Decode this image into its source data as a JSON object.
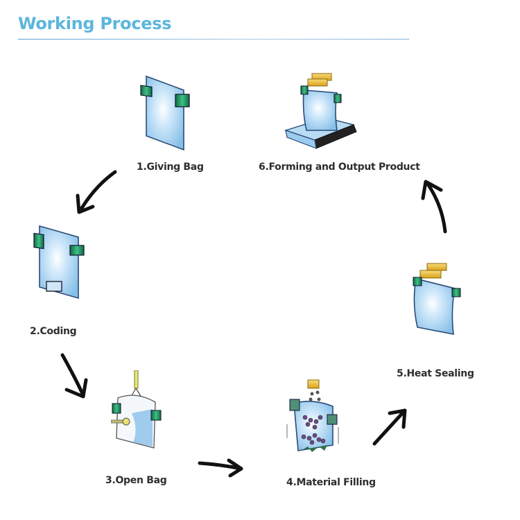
{
  "header": {
    "title": "Working Process"
  },
  "steps": [
    {
      "number": 1,
      "label": "1.Giving Bag",
      "icon": "bag-with-grippers-icon"
    },
    {
      "number": 2,
      "label": "2.Coding",
      "icon": "bag-coding-icon"
    },
    {
      "number": 3,
      "label": "3.Open Bag",
      "icon": "bag-opening-icon"
    },
    {
      "number": 4,
      "label": "4.Material Filling",
      "icon": "bag-filling-icon"
    },
    {
      "number": 5,
      "label": "5.Heat Sealing",
      "icon": "bag-heat-sealing-icon"
    },
    {
      "number": 6,
      "label": "6.Forming and Output Product",
      "icon": "bag-conveyor-output-icon"
    }
  ],
  "flow": [
    {
      "from": 1,
      "to": 2
    },
    {
      "from": 2,
      "to": 3
    },
    {
      "from": 3,
      "to": 4
    },
    {
      "from": 4,
      "to": 5
    },
    {
      "from": 5,
      "to": 6
    }
  ],
  "colors": {
    "title": "#5bb6dd",
    "bag_fill": "#a9d3f2",
    "gripper": "#1f8f5a",
    "heater": "#f2c53a",
    "arrow": "#111111"
  }
}
